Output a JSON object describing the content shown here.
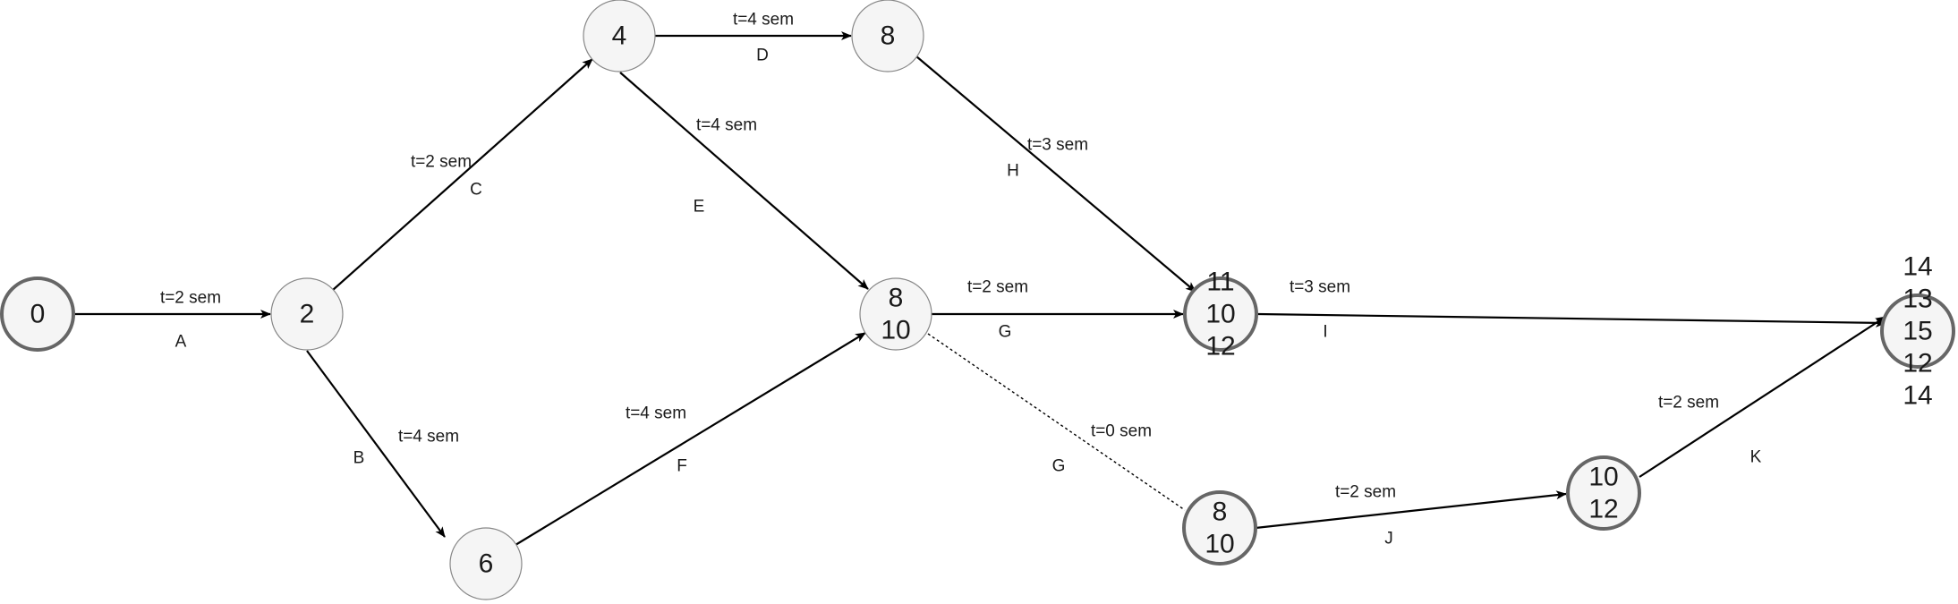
{
  "nodes": {
    "n0": {
      "lines": [
        "0"
      ]
    },
    "n2": {
      "lines": [
        "2"
      ]
    },
    "n4": {
      "lines": [
        "4"
      ]
    },
    "n6": {
      "lines": [
        "6"
      ]
    },
    "n8": {
      "lines": [
        "8"
      ]
    },
    "n8_10": {
      "lines": [
        "8",
        "10"
      ]
    },
    "n11_10_12": {
      "lines": [
        "11",
        "10",
        "12"
      ]
    },
    "n8_10b": {
      "lines": [
        "8",
        "10"
      ]
    },
    "n10_12": {
      "lines": [
        "10",
        "12"
      ]
    },
    "n_final": {
      "lines": [
        "14",
        "13",
        "15",
        "12",
        "14"
      ]
    }
  },
  "edges": {
    "A": {
      "name": "A",
      "time": "t=2 sem"
    },
    "B": {
      "name": "B",
      "time": "t=4 sem"
    },
    "C": {
      "name": "C",
      "time": "t=2 sem"
    },
    "D": {
      "name": "D",
      "time": "t=4 sem"
    },
    "E": {
      "name": "E",
      "time": "t=4 sem"
    },
    "F": {
      "name": "F",
      "time": "t=4 sem"
    },
    "G": {
      "name": "G",
      "time": "t=2 sem"
    },
    "G_dummy": {
      "name": "G",
      "time": "t=0 sem"
    },
    "H": {
      "name": "H",
      "time": "t=3 sem"
    },
    "I": {
      "name": "I",
      "time": "t=3 sem"
    },
    "J": {
      "name": "J",
      "time": "t=2 sem"
    },
    "K": {
      "name": "K",
      "time": "t=2 sem"
    }
  }
}
